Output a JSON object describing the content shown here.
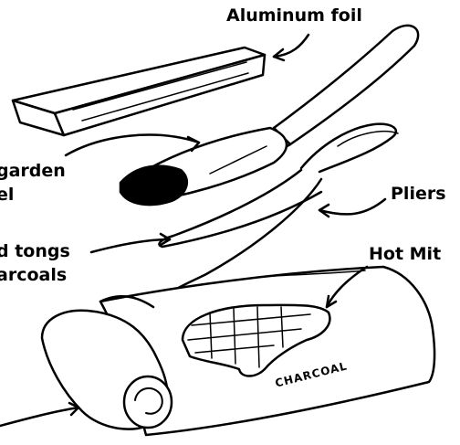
{
  "labels": {
    "aluminum_foil": "Aluminum foil",
    "garden_trowel_line1": "garden",
    "garden_trowel_line2": "el",
    "tongs_line1": "d tongs",
    "tongs_line2": "arcoals",
    "pliers": "Pliers",
    "hot_mitt": "Hot Mit",
    "charcoal_bag": "CHARCOAL"
  }
}
